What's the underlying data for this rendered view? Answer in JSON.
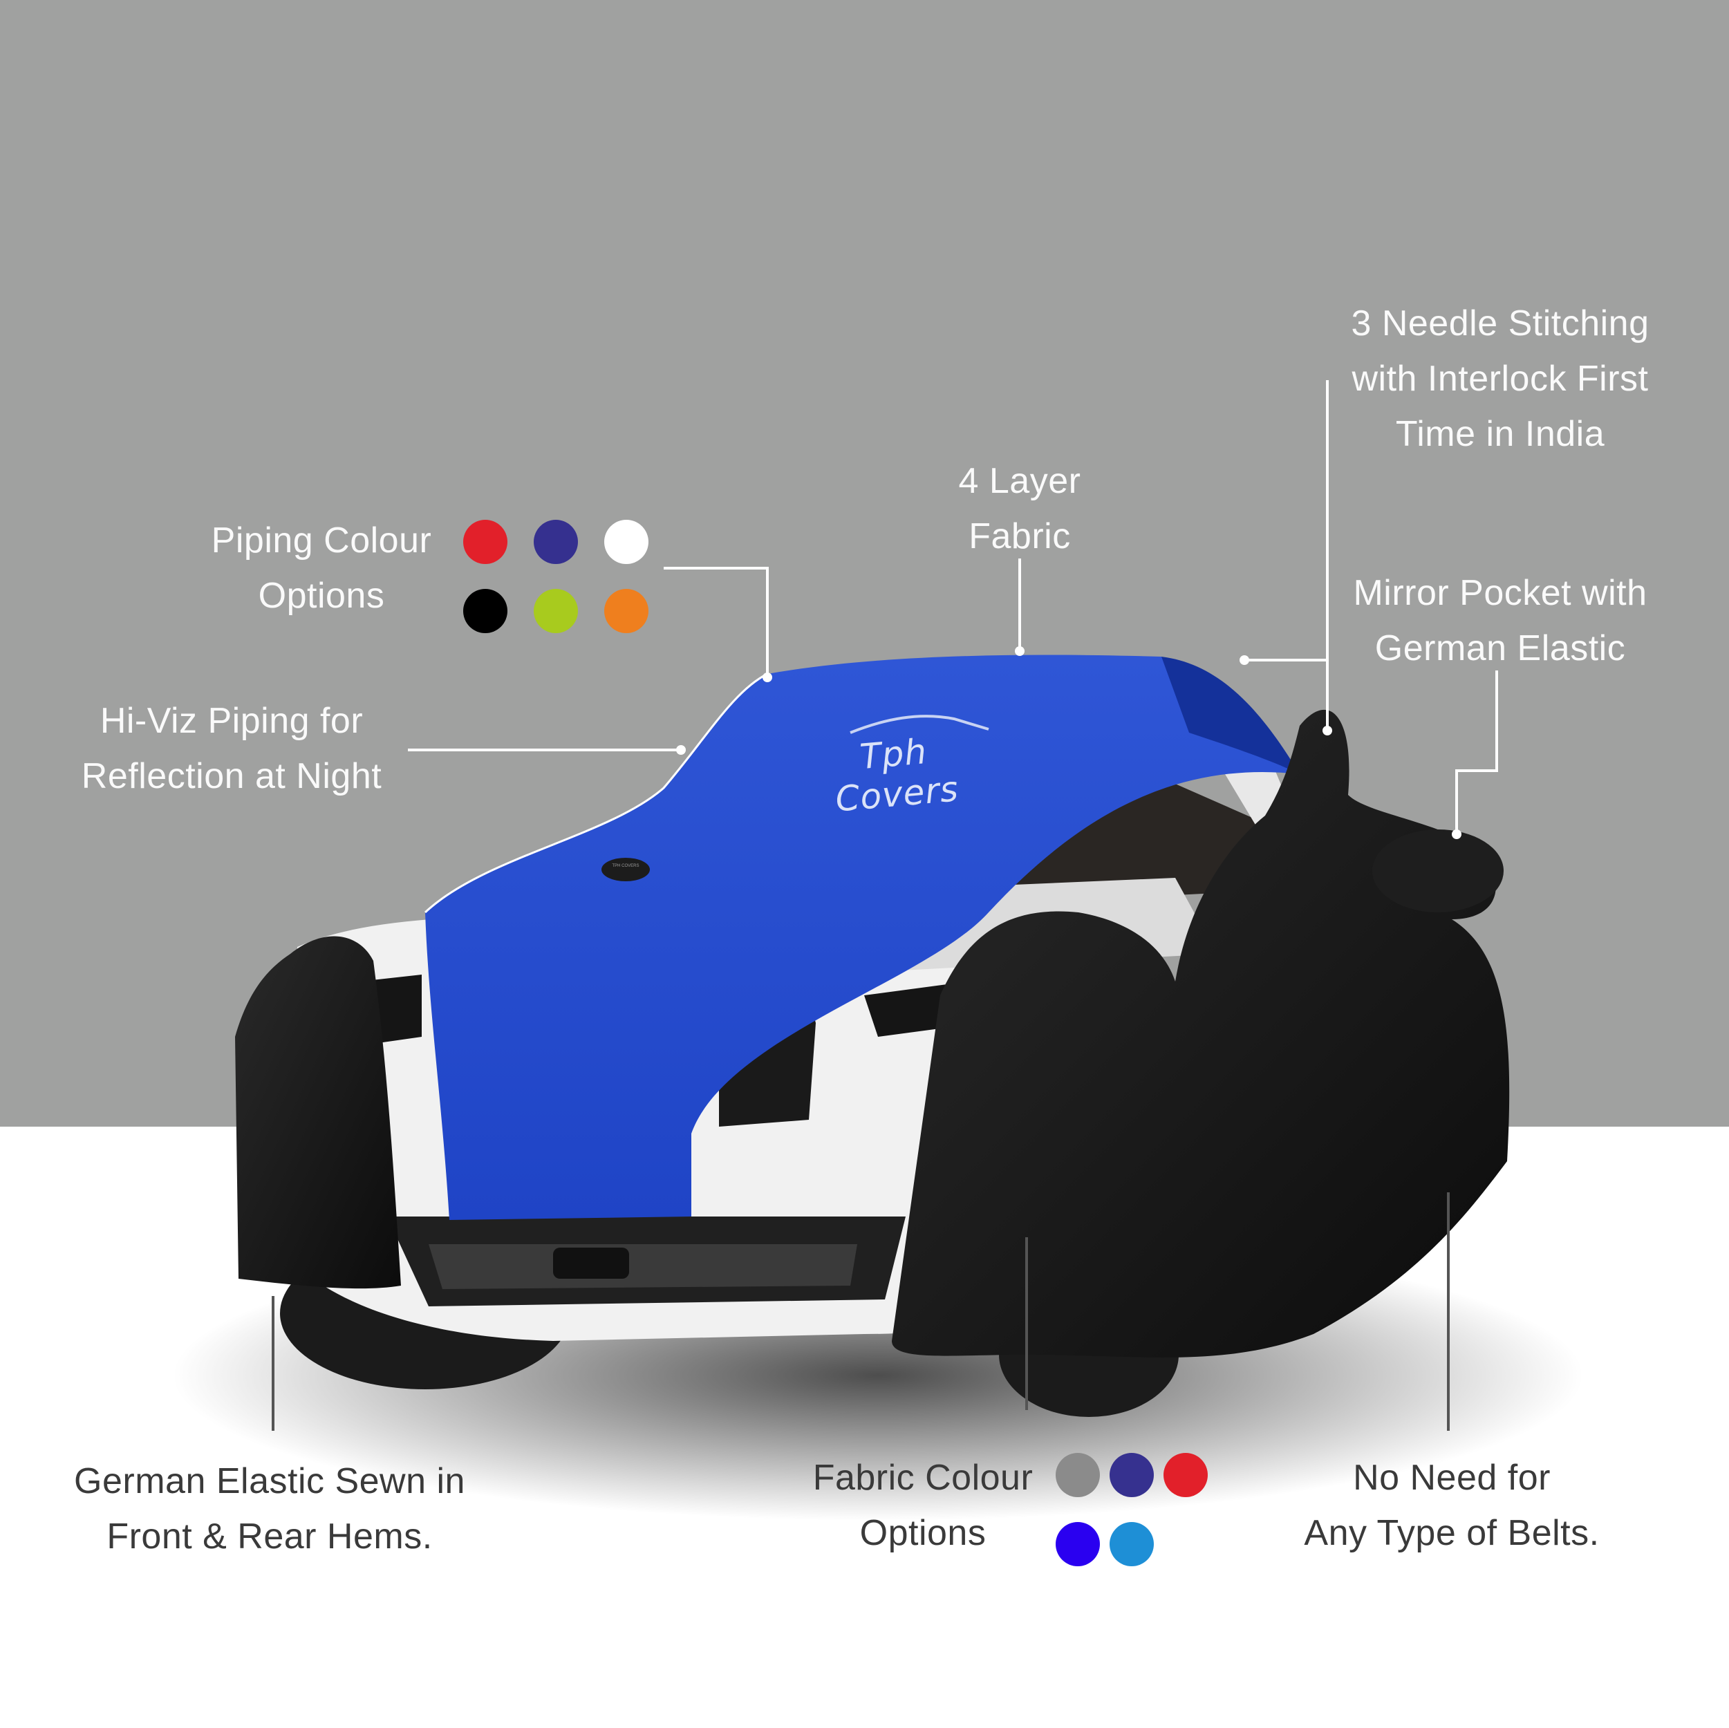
{
  "brand": {
    "logo_text": "Tph Covers",
    "badge_text": "TPH COVERS"
  },
  "features": {
    "piping_colour": {
      "line1": "Piping Colour",
      "line2": "Options"
    },
    "layer_fabric": {
      "line1": "4 Layer",
      "line2": "Fabric"
    },
    "needle_stitching": {
      "line1": "3 Needle Stitching",
      "line2": "with Interlock First",
      "line3": "Time in India"
    },
    "mirror_pocket": {
      "line1": "Mirror Pocket with",
      "line2": "German Elastic"
    },
    "hi_viz": {
      "line1": "Hi-Viz Piping for",
      "line2": "Reflection at Night"
    },
    "german_elastic": {
      "line1": "German Elastic Sewn in",
      "line2": "Front & Rear Hems."
    },
    "fabric_colour": {
      "line1": "Fabric Colour",
      "line2": "Options"
    },
    "no_belts": {
      "line1": "No Need for",
      "line2": "Any Type of Belts."
    }
  },
  "piping_colours": [
    "#e2202a",
    "#35308f",
    "#ffffff",
    "#000000",
    "#a8cb1e",
    "#ef7f1e"
  ],
  "fabric_colours": [
    "#8b8b8b",
    "#36318f",
    "#e2202a",
    "#2a00f0",
    "#1e8fd6"
  ],
  "colors": {
    "background_top": "#a0a1a0",
    "cover_blue": "#2b4fd1",
    "cover_black": "#161616",
    "car_white": "#f2f2f2"
  }
}
